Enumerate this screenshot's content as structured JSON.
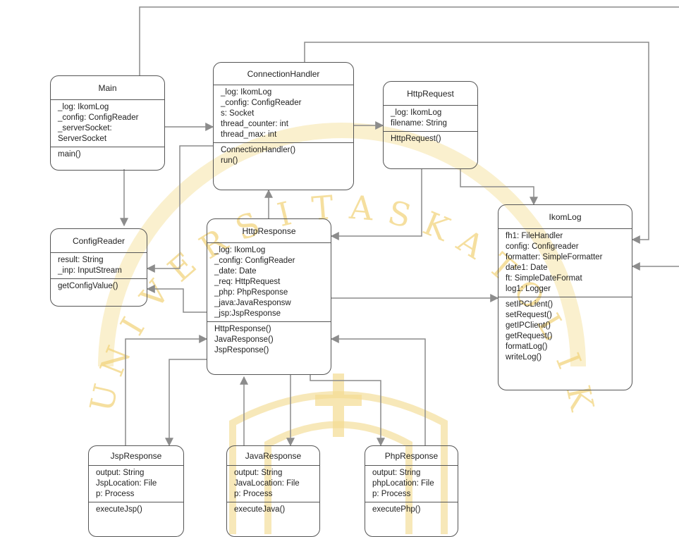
{
  "watermark": {
    "letters": [
      "U",
      "N",
      "I",
      "V",
      "E",
      "R",
      "S",
      "I",
      "T",
      "A",
      "S",
      "K",
      "A",
      "T",
      "O",
      "L",
      "I",
      "K"
    ],
    "color": "#f4d98a"
  },
  "classes": {
    "main": {
      "name": "Main",
      "attributes": [
        "_log: IkomLog",
        "_config: ConfigReader",
        "_serverSocket:",
        "ServerSocket"
      ],
      "methods": [
        "main()"
      ]
    },
    "connection_handler": {
      "name": "ConnectionHandler",
      "attributes": [
        "_log: IkomLog",
        "_config: ConfigReader",
        "s: Socket",
        "thread_counter: int",
        "thread_max: int"
      ],
      "methods": [
        "ConnectionHandler()",
        "run()"
      ]
    },
    "http_request": {
      "name": "HttpRequest",
      "attributes": [
        "_log: IkomLog",
        "filename: String"
      ],
      "methods": [
        "HttpRequest()"
      ]
    },
    "config_reader": {
      "name": "ConfigReader",
      "attributes": [
        "result: String",
        "_inp: InputStream"
      ],
      "methods": [
        "getConfigValue()"
      ]
    },
    "http_response": {
      "name": "HttpResponse",
      "attributes": [
        "_log: IkomLog",
        "_config: ConfigReader",
        "_date: Date",
        "_req: HttpRequest",
        "_php: PhpResponse",
        "_java:JavaResponsw",
        "_jsp:JspResponse"
      ],
      "methods": [
        "HttpResponse()",
        "JavaResponse()",
        "JspResponse()"
      ]
    },
    "ikom_log": {
      "name": "IkomLog",
      "attributes": [
        "fh1: FileHandler",
        "config: Configreader",
        "formatter: SimpleFormatter",
        "date1: Date",
        "ft: SimpleDateFormat",
        "log1: Logger"
      ],
      "methods": [
        "setIPCLient()",
        "setRequest()",
        "getIPClient()",
        "getRequest()",
        "formatLog()",
        "writeLog()"
      ]
    },
    "jsp_response": {
      "name": "JspResponse",
      "attributes": [
        "output: String",
        "JspLocation: File",
        "p: Process"
      ],
      "methods": [
        "executeJsp()"
      ]
    },
    "java_response": {
      "name": "JavaResponse",
      "attributes": [
        "output: String",
        "JavaLocation: File",
        "p: Process"
      ],
      "methods": [
        "executeJava()"
      ]
    },
    "php_response": {
      "name": "PhpResponse",
      "attributes": [
        "output: String",
        "phpLocation: File",
        "p: Process"
      ],
      "methods": [
        "executePhp()"
      ]
    }
  }
}
